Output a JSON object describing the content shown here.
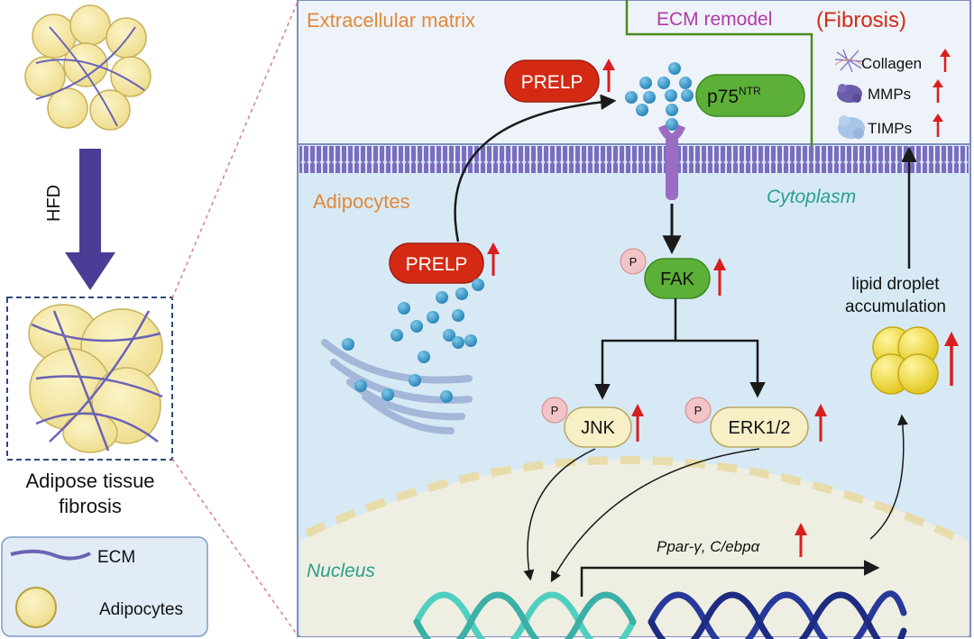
{
  "left_panel": {
    "treatment_label": "HFD",
    "result_title_line1": "Adipose tissue",
    "result_title_line2": "fibrosis",
    "legend": [
      {
        "icon": "ecm-fiber-icon",
        "label": "ECM"
      },
      {
        "icon": "adipocyte-cell-icon",
        "label": "Adipocytes"
      }
    ]
  },
  "main_panel": {
    "extracellular_label": "Extracellular matrix",
    "ecm_remodel_label": "ECM remodel",
    "fibrosis_label": "(Fibrosis)",
    "fibrosis_markers": [
      {
        "icon": "collagen-icon",
        "label": "Collagen"
      },
      {
        "icon": "mmps-icon",
        "label": "MMPs"
      },
      {
        "icon": "timps-icon",
        "label": "TIMPs"
      }
    ],
    "adipocytes_label": "Adipocytes",
    "cytoplasm_label": "Cytoplasm",
    "nucleus_label": "Nucleus",
    "prelp_secreted": "PRELP",
    "prelp_intracellular": "PRELP",
    "receptor_label": "p75",
    "receptor_superscript": "NTR",
    "fak_label": "FAK",
    "jnk_label": "JNK",
    "erk_label": "ERK1/2",
    "phospho_label": "P",
    "lipid_label_line1": "lipid droplet",
    "lipid_label_line2": "accumulation",
    "genes_label": "Ppar-γ, C/ebpα"
  },
  "colors": {
    "prelp_red": "#d42a14",
    "receptor_green": "#5cb038",
    "kinase_fill": "#f7efc6",
    "phospho_pink": "#f2c4c8",
    "up_arrow_red": "#d81e1e",
    "orange_label": "#e0893a",
    "teal_label": "#2aa08c",
    "purple_label": "#b23aa8",
    "membrane_purple": "#6c5fae",
    "ecm_line_green": "#4a8a1c"
  }
}
